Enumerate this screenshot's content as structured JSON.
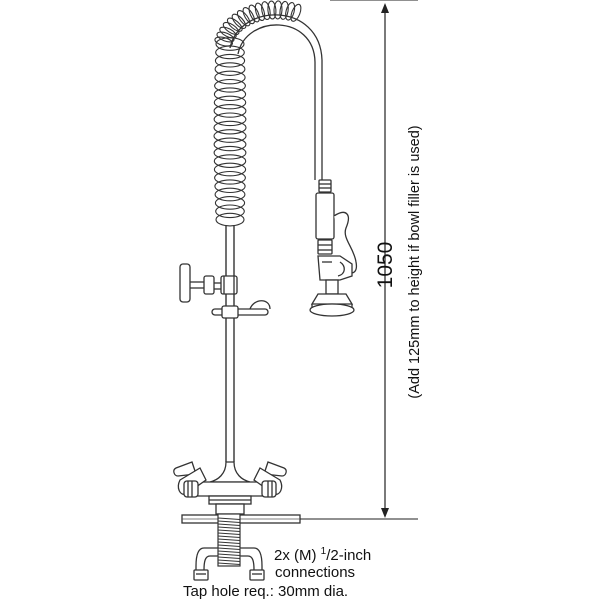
{
  "dimension": {
    "height_value": "1050",
    "height_note": "(Add 125mm to height if bowl filler is used)"
  },
  "connections": {
    "prefix": "2x (M) ",
    "frac_num": "1",
    "frac_rest": "/2-inch",
    "line2": "connections"
  },
  "tap_hole": "Tap hole req.: 30mm dia.",
  "colors": {
    "line": "#333333",
    "dim_line": "#222222",
    "fill": "#ffffff"
  },
  "coil_turns": 22,
  "coil_upper_turns": 16
}
